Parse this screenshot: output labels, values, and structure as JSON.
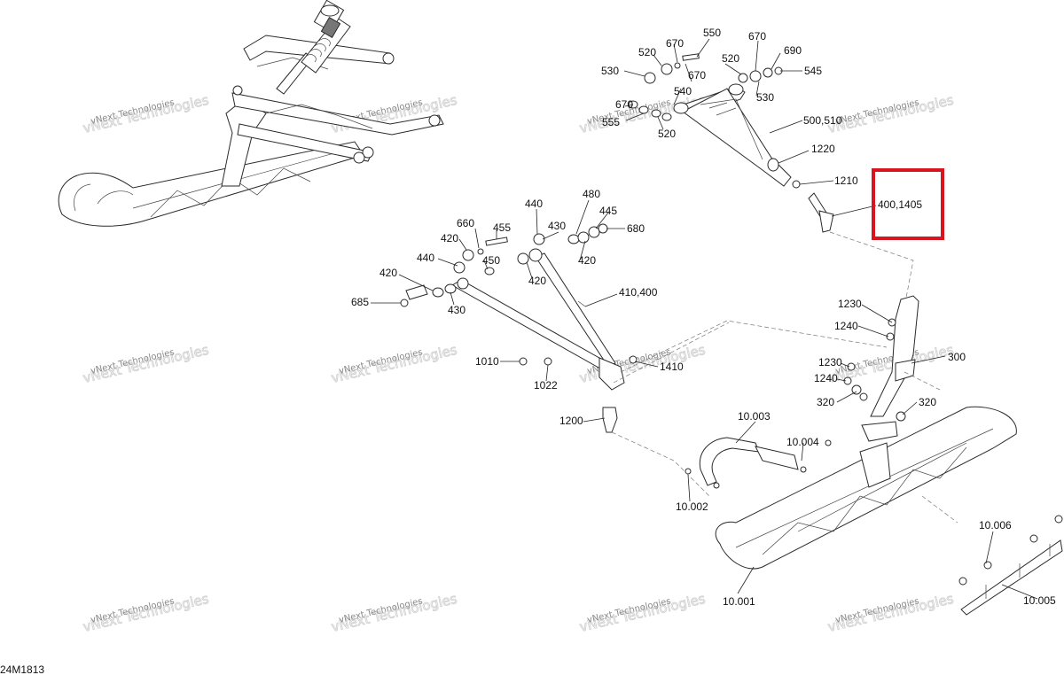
{
  "diagram_code": "24M1813",
  "watermark": {
    "line1": "vNext Technologies",
    "line2": "vNext Technologies"
  },
  "highlight_color": "#d8141e",
  "callouts": [
    {
      "id": "550",
      "text": "550"
    },
    {
      "id": "670a",
      "text": "670"
    },
    {
      "id": "670b",
      "text": "670"
    },
    {
      "id": "520a",
      "text": "520"
    },
    {
      "id": "690",
      "text": "690"
    },
    {
      "id": "520b",
      "text": "520"
    },
    {
      "id": "545",
      "text": "545"
    },
    {
      "id": "530a",
      "text": "530"
    },
    {
      "id": "670c",
      "text": "670"
    },
    {
      "id": "540",
      "text": "540"
    },
    {
      "id": "530b",
      "text": "530"
    },
    {
      "id": "670d",
      "text": "670"
    },
    {
      "id": "555",
      "text": "555"
    },
    {
      "id": "500510",
      "text": "500,510"
    },
    {
      "id": "520c",
      "text": "520"
    },
    {
      "id": "1220",
      "text": "1220"
    },
    {
      "id": "1210",
      "text": "1210"
    },
    {
      "id": "4001405",
      "text": "400,1405"
    },
    {
      "id": "480",
      "text": "480"
    },
    {
      "id": "440a",
      "text": "440"
    },
    {
      "id": "445",
      "text": "445"
    },
    {
      "id": "660",
      "text": "660"
    },
    {
      "id": "430a",
      "text": "430"
    },
    {
      "id": "680",
      "text": "680"
    },
    {
      "id": "455",
      "text": "455"
    },
    {
      "id": "420a",
      "text": "420"
    },
    {
      "id": "420b",
      "text": "420"
    },
    {
      "id": "440b",
      "text": "440"
    },
    {
      "id": "450",
      "text": "450"
    },
    {
      "id": "420c",
      "text": "420"
    },
    {
      "id": "420d",
      "text": "420"
    },
    {
      "id": "410400",
      "text": "410,400"
    },
    {
      "id": "685",
      "text": "685"
    },
    {
      "id": "430b",
      "text": "430"
    },
    {
      "id": "1230a",
      "text": "1230"
    },
    {
      "id": "1240a",
      "text": "1240"
    },
    {
      "id": "300",
      "text": "300"
    },
    {
      "id": "1010",
      "text": "1010"
    },
    {
      "id": "1410",
      "text": "1410"
    },
    {
      "id": "1230b",
      "text": "1230"
    },
    {
      "id": "1022",
      "text": "1022"
    },
    {
      "id": "1240b",
      "text": "1240"
    },
    {
      "id": "320a",
      "text": "320"
    },
    {
      "id": "320b",
      "text": "320"
    },
    {
      "id": "1200",
      "text": "1200"
    },
    {
      "id": "10003",
      "text": "10.003"
    },
    {
      "id": "10004",
      "text": "10.004"
    },
    {
      "id": "10002",
      "text": "10.002"
    },
    {
      "id": "10006",
      "text": "10.006"
    },
    {
      "id": "10001",
      "text": "10.001"
    },
    {
      "id": "10005",
      "text": "10.005"
    }
  ]
}
